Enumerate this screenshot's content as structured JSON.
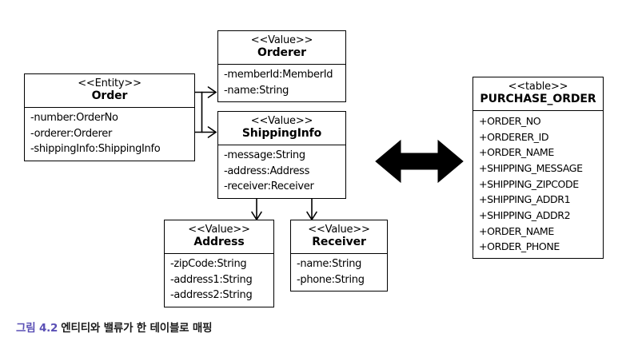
{
  "diagram": {
    "title": "엔티티와 밸류가 한 테이블로 매핑",
    "caption": {
      "figure_number": "그림 4.2",
      "text": "엔티티와 밸류가 한 테이블로 매핑",
      "color": "#5a4fb5"
    },
    "stroke_color": "#000000",
    "background_color": "#ffffff"
  },
  "classes": {
    "order": {
      "stereotype": "<<Entity>>",
      "name": "Order",
      "attributes": [
        "-number:OrderNo",
        "-orderer:Orderer",
        "-shippingInfo:ShippingInfo"
      ]
    },
    "orderer": {
      "stereotype": "<<Value>>",
      "name": "Orderer",
      "attributes": [
        "-memberId:MemberId",
        "-name:String"
      ]
    },
    "shipping_info": {
      "stereotype": "<<Value>>",
      "name": "ShippingInfo",
      "attributes": [
        "-message:String",
        "-address:Address",
        "-receiver:Receiver"
      ]
    },
    "address": {
      "stereotype": "<<Value>>",
      "name": "Address",
      "attributes": [
        "-zipCode:String",
        "-address1:String",
        "-address2:String"
      ]
    },
    "receiver": {
      "stereotype": "<<Value>>",
      "name": "Receiver",
      "attributes": [
        "-name:String",
        "-phone:String"
      ]
    },
    "purchase_order_table": {
      "stereotype": "<<table>>",
      "name": "PURCHASE_ORDER",
      "attributes": [
        "+ORDER_NO",
        "+ORDERER_ID",
        "+ORDER_NAME",
        "+SHIPPING_MESSAGE",
        "+SHIPPING_ZIPCODE",
        "+SHIPPING_ADDR1",
        "+SHIPPING_ADDR2",
        "+ORDER_NAME",
        "+ORDER_PHONE"
      ]
    }
  },
  "connectors": [
    {
      "name": "order-to-orderer",
      "type": "association-arrow",
      "direction": "right"
    },
    {
      "name": "order-to-shippinginfo",
      "type": "association-arrow",
      "direction": "right"
    },
    {
      "name": "shippinginfo-to-address",
      "type": "association-arrow",
      "direction": "down"
    },
    {
      "name": "shippinginfo-to-receiver",
      "type": "association-arrow",
      "direction": "down"
    },
    {
      "name": "model-to-table-mapping",
      "type": "bidirectional-block-arrow",
      "direction": "both"
    }
  ]
}
